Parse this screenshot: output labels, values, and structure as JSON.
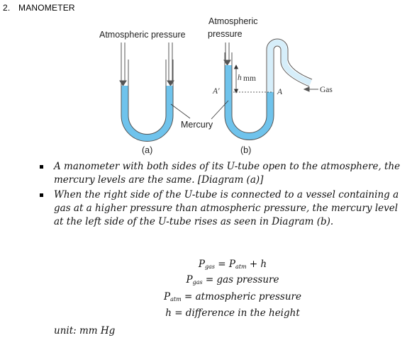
{
  "heading": {
    "number": "2.",
    "title": "MANOMETER"
  },
  "diagram": {
    "label_atm_a": "Atmospheric pressure",
    "label_atm_b_line1": "Atmospheric",
    "label_atm_b_line2": "pressure",
    "label_mercury": "Mercury",
    "label_h": "h",
    "label_mm": "mm",
    "label_A_prime": "A′",
    "label_A": "A",
    "label_gas": "Gas",
    "caption_a": "(a)",
    "caption_b": "(b)",
    "colors": {
      "mercury": "#6fc3ec",
      "tube_outline": "#555555"
    }
  },
  "bullets": [
    "A manometer with both sides of its U-tube open to the atmosphere, the mercury levels are the same. [Diagram (a)]",
    "When the right side of the U-tube is connected to a vessel containing a gas at a higher pressure than atmospheric pressure, the mercury level at the left side of the U-tube rises as seen in Diagram (b)."
  ],
  "equations": {
    "eq1_P": "P",
    "eq1_gas": "gas",
    "eq1_mid": " = P",
    "eq1_atm": "atm",
    "eq1_end": " + h",
    "def1_P": "P",
    "def1_gas": "gas",
    "def1_text": " = gas pressure",
    "def2_P": "P",
    "def2_atm": "atm",
    "def2_text": " = atmospheric pressure",
    "def3": "h = difference in the height"
  },
  "unit": "unit: mm Hg"
}
